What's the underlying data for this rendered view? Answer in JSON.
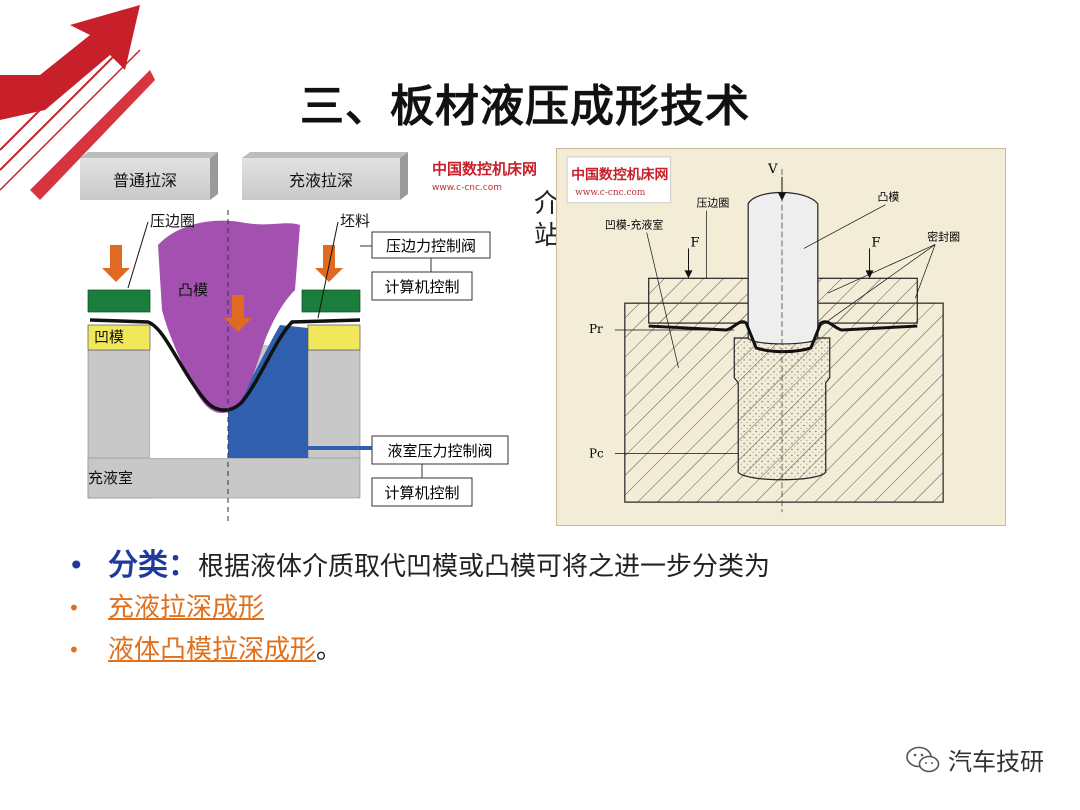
{
  "slide": {
    "title": "三、板材液压成形技术",
    "hidden_fragments": [
      "介",
      "站"
    ],
    "bullets": [
      {
        "lead": "分类：",
        "text": "根据液体介质取代凹模或凸模可将之进一步分类为"
      },
      {
        "link": "充液拉深成形",
        "suffix": ""
      },
      {
        "link": "液体凸模拉深成形",
        "suffix": "。"
      }
    ],
    "watermark": "汽车技研"
  },
  "figure_left": {
    "watermark_cn": "中国数控机床网",
    "watermark_url": "www.c-cnc.com",
    "box_a": "普通拉深",
    "box_b": "充液拉深",
    "label_blankholder": "压边圈",
    "label_blank": "坯料",
    "label_punch": "凸模",
    "label_die": "凹模",
    "label_chamber": "充液室",
    "ctrl_1": "压边力控制阀",
    "ctrl_2": "计算机控制",
    "ctrl_3": "液室压力控制阀",
    "ctrl_4": "计算机控制"
  },
  "figure_right": {
    "watermark_cn": "中国数控机床网",
    "watermark_url": "www.c-cnc.com",
    "label_v": "V",
    "label_blankholder": "压边圈",
    "label_punch": "凸模",
    "label_die_chamber": "凹模-充液室",
    "label_f1": "F",
    "label_f2": "F",
    "label_seal": "密封圈",
    "label_pr": "Pr",
    "label_pc": "Pc"
  },
  "colors": {
    "accent_red": "#c8202a",
    "bullet_blue": "#1f3a9c",
    "link_orange": "#e0701c",
    "punch_purple": "#a450b0",
    "liquid_blue": "#2f5fae",
    "holder_green": "#1a7d3c",
    "die_yellow": "#f0e85a",
    "arrow_orange": "#e06a22"
  },
  "icons": [
    "corner-arrow-icon",
    "wechat-icon"
  ]
}
